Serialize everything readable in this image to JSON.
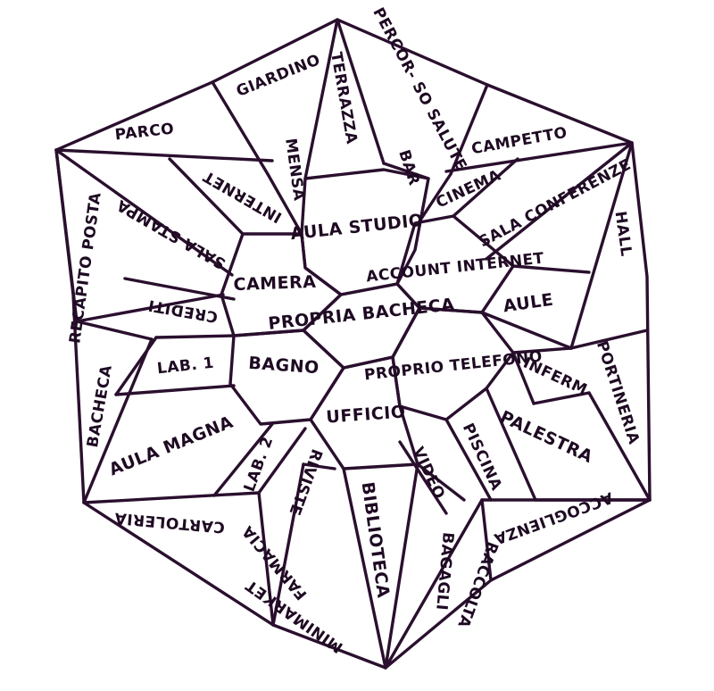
{
  "map": {
    "center": "PROPRIA BACHECA",
    "inner_ring": {
      "camera": "CAMERA",
      "aula_studio": "AULA STUDIO",
      "account_internet": "ACCOUNT INTERNET",
      "proprio_telefono": "PROPRIO TELEFONO",
      "ufficio": "UFFICIO",
      "bagno": "BAGNO"
    },
    "rooms": {
      "giardino": "GIARDINO",
      "terrazza": "TERRAZZA",
      "percorso_salute": "PERCOR- SO SALUTE",
      "parco": "PARCO",
      "mensa": "MENSA",
      "bar": "BAR",
      "campetto": "CAMPETTO",
      "internet": "INTERNET",
      "cinema": "CINEMA",
      "sala_conferenze": "SALA CONFERENZE",
      "hall": "HALL",
      "sala_stampa": "SALA STAMPA",
      "recapito_posta": "RECAPITO POSTA",
      "crediti": "CREDITI",
      "aule": "AULE",
      "lab1": "LAB. 1",
      "portineria": "PORTINERIA",
      "inferm": "INFERM",
      "bacheca": "BACHECA",
      "palestra": "PALESTRA",
      "aula_magna": "AULA MAGNA",
      "lab2": "LAB. 2",
      "riviste": "RIVISTE",
      "video": "VIDEO",
      "piscina": "PISCINA",
      "biblioteca": "BIBLIOTECA",
      "cartoleria": "CARTOLERIA",
      "accoglienza": "ACCOGLIENZA",
      "minimarket": "MINIMARKET",
      "farmacia": "FARMACIA",
      "raccolta": "RACCOLTA",
      "bagagli": "BAGAGLI"
    }
  }
}
